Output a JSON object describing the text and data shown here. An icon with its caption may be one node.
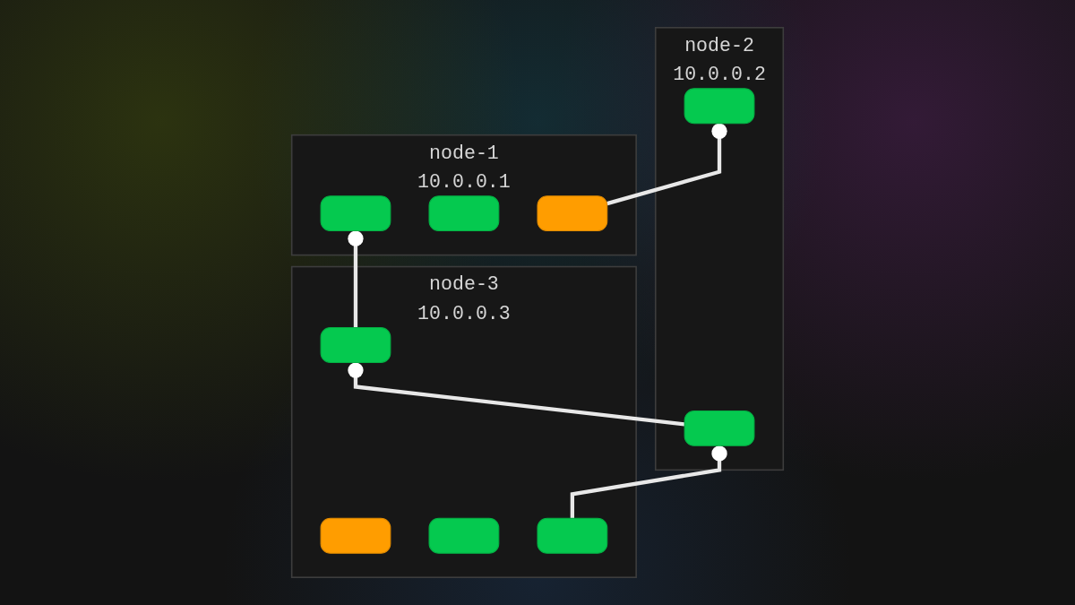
{
  "diagram": {
    "nodes": [
      {
        "text": [
          "node-1",
          "10.0.0.1"
        ]
      },
      {
        "text": [],
        "shape": "box",
        "in": 0
      },
      {
        "text": [],
        "shape": "box",
        "in": 0
      },
      {
        "text": [],
        "shape": "box",
        "in": 0
      },
      {
        "text": [
          "node-2",
          "10.0.0.2"
        ]
      },
      {
        "text": [],
        "shape": "box",
        "in": 4
      },
      {
        "text": [],
        "shape": "box",
        "in": 4
      },
      {
        "text": [
          "node-3",
          "10.0.0.3"
        ]
      },
      {
        "text": [],
        "shape": "box",
        "in": 7
      },
      {
        "text": [],
        "shape": "box",
        "in": 7
      },
      {
        "text": [],
        "shape": "box",
        "in": 7
      },
      {
        "text": [],
        "shape": "box",
        "in": 7
      }
    ],
    "edges": [
      {
        "from": 1,
        "to": 8,
        "arrow": "other"
      },
      {
        "from": 5,
        "to": 3,
        "arrow": "other"
      },
      {
        "from": 8,
        "to": 6,
        "arrow": "other"
      },
      {
        "from": 6,
        "to": 11,
        "arrow": "other"
      }
    ]
  }
}
